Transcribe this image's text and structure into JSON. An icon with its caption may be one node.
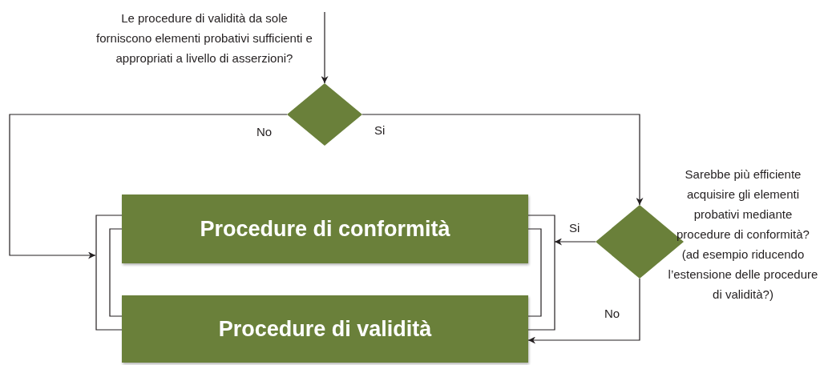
{
  "diagram": {
    "nodes": [
      {
        "text": [
          "Le procedure di validità da sole forniscono elementi probativi sufficienti e appropriati a livello di asserzioni?"
        ]
      },
      {
        "text": [
          "Sarebbe più efficiente acquisire gli elementi probativi mediante procedure di conformità? (ad esempio riducendo l’estensione delle procedure di validità?)"
        ]
      },
      {
        "text": [
          "Procedure di conformità"
        ]
      },
      {
        "text": [
          "Procedure di validità"
        ]
      }
    ],
    "edges": [
      {
        "from": null,
        "to": 0,
        "arrow": "to"
      },
      {
        "from": 0,
        "to": 2,
        "label": "No",
        "arrow": "to"
      },
      {
        "from": 0,
        "to": 1,
        "label": "Si",
        "arrow": "to"
      },
      {
        "from": 1,
        "to": 2,
        "label": "Si",
        "arrow": "to"
      },
      {
        "from": 1,
        "to": 3,
        "label": "No",
        "arrow": "to"
      },
      {
        "from": 2,
        "to": 3,
        "arrow": "none"
      },
      {
        "from": 2,
        "to": 3,
        "arrow": "none"
      },
      {
        "from": 2,
        "to": 3,
        "arrow": "none"
      },
      {
        "from": 2,
        "to": 3,
        "arrow": "none"
      }
    ]
  }
}
